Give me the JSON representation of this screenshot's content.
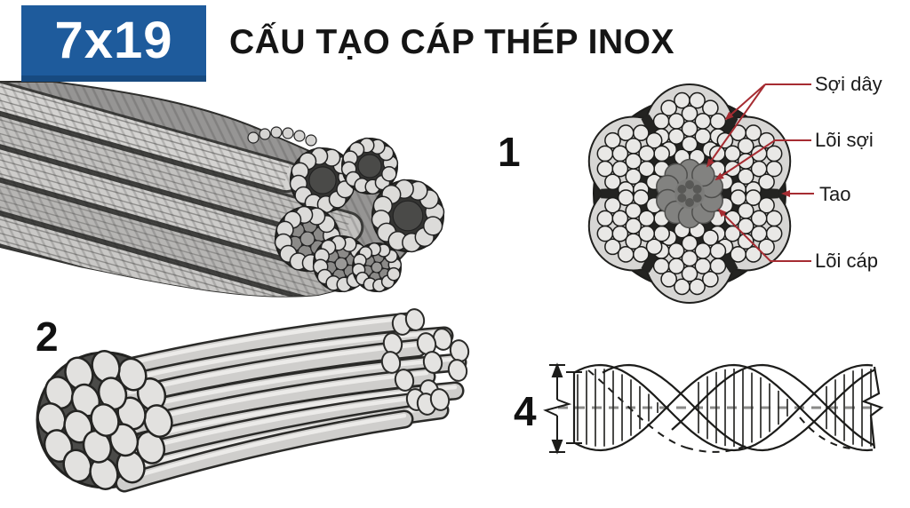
{
  "header": {
    "badge": "7x19",
    "title": "CẤU TẠO CÁP THÉP INOX"
  },
  "figures": {
    "cross_section": {
      "number": "1",
      "annotations": [
        {
          "label": "Sợi dây"
        },
        {
          "label": "Lõi sợi"
        },
        {
          "label": "Tao"
        },
        {
          "label": "Lõi cáp"
        }
      ]
    },
    "strand": {
      "number": "2"
    },
    "lay": {
      "number": "4"
    }
  },
  "colors": {
    "badge_bg": "#1e5b9c",
    "badge_text": "#ffffff",
    "annotation_red": "#a62c32",
    "title_text": "#151515",
    "line_black": "#1c1c1a"
  }
}
